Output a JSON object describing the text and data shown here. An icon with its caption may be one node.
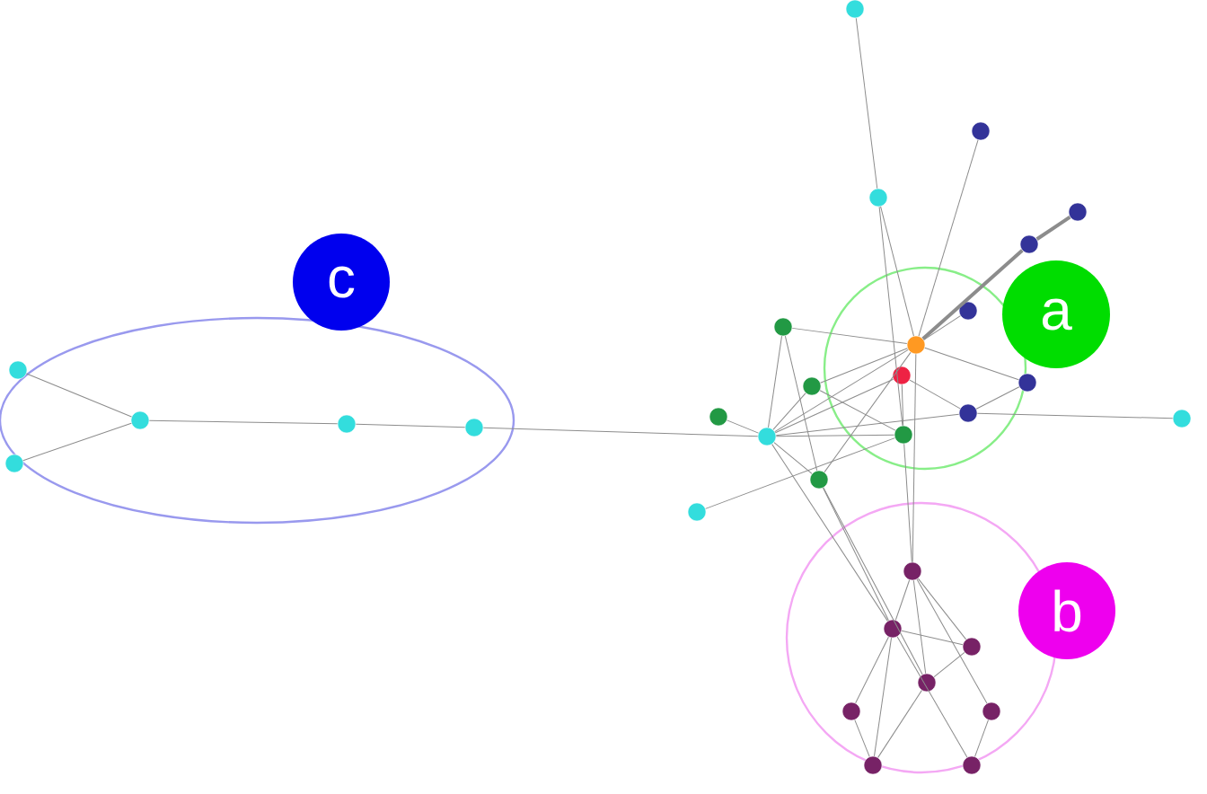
{
  "diagram": {
    "nodes": [
      {
        "text": [],
        "shape": "ellipse"
      },
      {
        "text": [],
        "shape": "circle"
      },
      {
        "text": [],
        "shape": "circle"
      },
      {
        "text": [
          "c"
        ]
      },
      {
        "text": [
          "a"
        ]
      },
      {
        "text": [
          "b"
        ]
      },
      {
        "text": [],
        "shape": "circle"
      },
      {
        "text": [],
        "shape": "circle"
      },
      {
        "text": [],
        "shape": "circle"
      },
      {
        "text": [],
        "shape": "circle"
      },
      {
        "text": [],
        "shape": "circle"
      },
      {
        "text": [],
        "shape": "circle",
        "in": 1
      },
      {
        "text": [],
        "shape": "circle"
      },
      {
        "text": [],
        "shape": "circle",
        "in": 1
      },
      {
        "text": [],
        "shape": "circle",
        "in": 1
      },
      {
        "text": [],
        "shape": "circle"
      },
      {
        "text": [],
        "shape": "circle"
      },
      {
        "text": [],
        "shape": "circle"
      },
      {
        "text": [],
        "shape": "circle",
        "in": 1
      },
      {
        "text": [],
        "shape": "circle"
      },
      {
        "text": [],
        "shape": "circle",
        "in": 1
      },
      {
        "text": [],
        "shape": "circle"
      },
      {
        "text": [],
        "shape": "circle"
      },
      {
        "text": [],
        "shape": "circle"
      },
      {
        "text": [],
        "shape": "circle",
        "in": 2
      },
      {
        "text": [],
        "shape": "circle",
        "in": 2
      },
      {
        "text": [],
        "shape": "circle",
        "in": 2
      },
      {
        "text": [],
        "shape": "circle",
        "in": 2
      },
      {
        "text": [],
        "shape": "circle",
        "in": 2
      },
      {
        "text": [],
        "shape": "circle",
        "in": 2
      },
      {
        "text": [],
        "shape": "circle",
        "in": 2
      },
      {
        "text": [],
        "shape": "circle",
        "in": 2
      },
      {
        "text": [],
        "shape": "circle",
        "in": 0
      },
      {
        "text": [],
        "shape": "circle",
        "in": 0
      },
      {
        "text": [],
        "shape": "circle",
        "in": 0
      },
      {
        "text": [],
        "shape": "circle",
        "in": 0
      },
      {
        "text": [],
        "shape": "circle",
        "in": 0
      }
    ],
    "edges": [
      {
        "from": 6,
        "to": 8,
        "arrow": "none"
      },
      {
        "from": 8,
        "to": 13,
        "arrow": "none"
      },
      {
        "from": 8,
        "to": 20,
        "arrow": "none"
      },
      {
        "from": 7,
        "to": 13,
        "arrow": "none"
      },
      {
        "from": 9,
        "to": 10,
        "arrow": "none",
        "style": "thick"
      },
      {
        "from": 10,
        "to": 13,
        "arrow": "none",
        "style": "thick"
      },
      {
        "from": 11,
        "to": 13,
        "arrow": "none"
      },
      {
        "from": 12,
        "to": 13,
        "arrow": "none"
      },
      {
        "from": 12,
        "to": 19,
        "arrow": "none"
      },
      {
        "from": 12,
        "to": 22,
        "arrow": "none"
      },
      {
        "from": 15,
        "to": 13,
        "arrow": "none"
      },
      {
        "from": 15,
        "to": 19,
        "arrow": "none"
      },
      {
        "from": 15,
        "to": 20,
        "arrow": "none"
      },
      {
        "from": 13,
        "to": 16,
        "arrow": "none"
      },
      {
        "from": 13,
        "to": 19,
        "arrow": "none"
      },
      {
        "from": 14,
        "to": 19,
        "arrow": "none"
      },
      {
        "from": 14,
        "to": 18,
        "arrow": "none"
      },
      {
        "from": 14,
        "to": 20,
        "arrow": "none"
      },
      {
        "from": 17,
        "to": 19,
        "arrow": "none"
      },
      {
        "from": 18,
        "to": 16,
        "arrow": "none"
      },
      {
        "from": 18,
        "to": 21,
        "arrow": "none"
      },
      {
        "from": 18,
        "to": 19,
        "arrow": "none"
      },
      {
        "from": 19,
        "to": 20,
        "arrow": "none"
      },
      {
        "from": 19,
        "to": 22,
        "arrow": "none"
      },
      {
        "from": 23,
        "to": 20,
        "arrow": "none"
      },
      {
        "from": 22,
        "to": 13,
        "arrow": "none"
      },
      {
        "from": 19,
        "to": 36,
        "arrow": "none"
      },
      {
        "from": 36,
        "to": 35,
        "arrow": "none"
      },
      {
        "from": 35,
        "to": 34,
        "arrow": "none"
      },
      {
        "from": 34,
        "to": 32,
        "arrow": "none"
      },
      {
        "from": 34,
        "to": 33,
        "arrow": "none"
      },
      {
        "from": 20,
        "to": 24,
        "arrow": "none"
      },
      {
        "from": 13,
        "to": 24,
        "arrow": "none"
      },
      {
        "from": 19,
        "to": 25,
        "arrow": "none"
      },
      {
        "from": 22,
        "to": 27,
        "arrow": "none"
      },
      {
        "from": 22,
        "to": 25,
        "arrow": "none"
      },
      {
        "from": 24,
        "to": 25,
        "arrow": "none"
      },
      {
        "from": 24,
        "to": 26,
        "arrow": "none"
      },
      {
        "from": 24,
        "to": 27,
        "arrow": "none"
      },
      {
        "from": 24,
        "to": 29,
        "arrow": "none"
      },
      {
        "from": 25,
        "to": 26,
        "arrow": "none"
      },
      {
        "from": 25,
        "to": 28,
        "arrow": "none"
      },
      {
        "from": 25,
        "to": 30,
        "arrow": "none"
      },
      {
        "from": 25,
        "to": 31,
        "arrow": "none"
      },
      {
        "from": 26,
        "to": 27,
        "arrow": "none"
      },
      {
        "from": 27,
        "to": 30,
        "arrow": "none"
      },
      {
        "from": 28,
        "to": 30,
        "arrow": "none"
      },
      {
        "from": 29,
        "to": 31,
        "arrow": "none"
      }
    ]
  }
}
